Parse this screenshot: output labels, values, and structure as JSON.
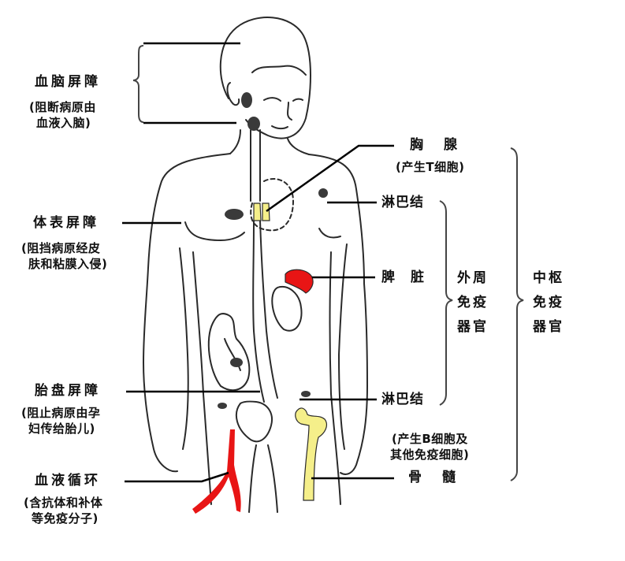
{
  "diagram": {
    "subject": "人体免疫系统组成与屏障示意图",
    "colors": {
      "outline": "#2a2a2a",
      "leader_line": "#000000",
      "thymus": "#f5ef8a",
      "spleen": "#e81515",
      "blood_vessel": "#e81515",
      "bone_marrow": "#f5ef8a",
      "lymph_node": "#3a3a3a",
      "background": "#ffffff"
    },
    "left_labels": {
      "blood_brain_barrier": {
        "title": "血脑屏障",
        "desc_line1": "(阻断病原由",
        "desc_line2": "血液入脑)"
      },
      "skin_barrier": {
        "title": "体表屏障",
        "desc_line1": "(阻挡病原经皮",
        "desc_line2": "肤和粘膜入侵)"
      },
      "placental_barrier": {
        "title": "胎盘屏障",
        "desc_line1": "(阻止病原由孕",
        "desc_line2": "妇传给胎儿)"
      },
      "blood_circulation": {
        "title": "血液循环",
        "desc_line1": "(含抗体和补体",
        "desc_line2": "等免疫分子)"
      }
    },
    "right_labels": {
      "thymus": {
        "title": "胸腺",
        "desc": "(产生T细胞)"
      },
      "lymph_node_upper": {
        "title": "淋巴结"
      },
      "spleen": {
        "title": "脾脏"
      },
      "lymph_node_lower": {
        "title": "淋巴结"
      },
      "bone_marrow": {
        "title": "骨髓",
        "desc_line1": "(产生B细胞及",
        "desc_line2": "其他免疫细胞)"
      }
    },
    "groups": {
      "peripheral": {
        "line1": "外周",
        "line2": "免疫",
        "line3": "器官"
      },
      "central": {
        "line1": "中枢",
        "line2": "免疫",
        "line3": "器官"
      }
    }
  }
}
